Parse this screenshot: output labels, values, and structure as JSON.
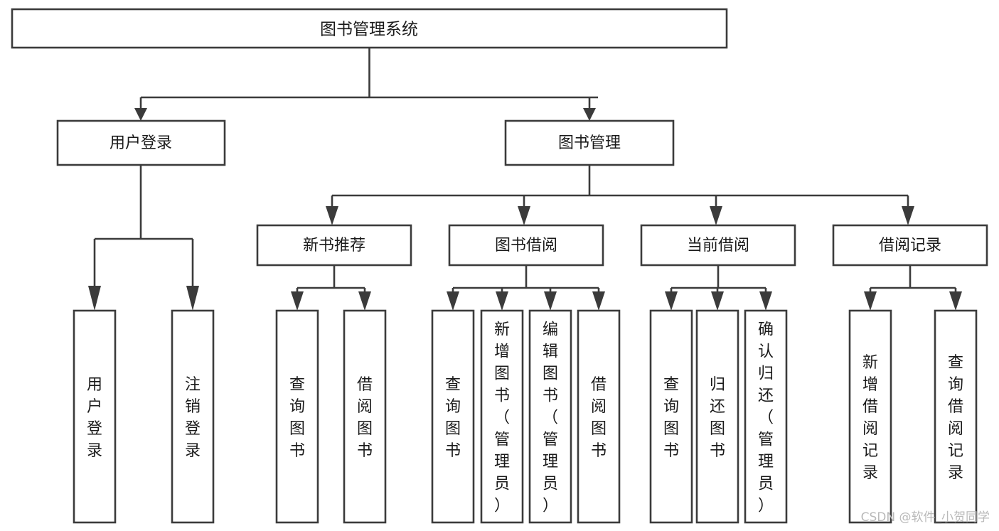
{
  "diagram": {
    "title": "图书管理系统",
    "type": "tree-hierarchy-chart",
    "root": {
      "id": "root",
      "label": "图书管理系统"
    },
    "level1": [
      {
        "id": "user-login",
        "label": "用户登录"
      },
      {
        "id": "book-management",
        "label": "图书管理"
      }
    ],
    "level2": [
      {
        "id": "new-book-recommend",
        "label": "新书推荐",
        "parent": "book-management"
      },
      {
        "id": "book-borrow",
        "label": "图书借阅",
        "parent": "book-management"
      },
      {
        "id": "current-borrow",
        "label": "当前借阅",
        "parent": "book-management"
      },
      {
        "id": "borrow-record",
        "label": "借阅记录",
        "parent": "book-management"
      }
    ],
    "leaves": {
      "user-login": [
        {
          "id": "leaf-user-login",
          "label": "用户登录"
        },
        {
          "id": "leaf-user-logout",
          "label": "注销登录"
        }
      ],
      "new-book-recommend": [
        {
          "id": "leaf-query-book-1",
          "label": "查询图书"
        },
        {
          "id": "leaf-borrow-book-1",
          "label": "借阅图书"
        }
      ],
      "book-borrow": [
        {
          "id": "leaf-query-book-2",
          "label": "查询图书"
        },
        {
          "id": "leaf-add-book",
          "label": "新增图书（管理员）"
        },
        {
          "id": "leaf-edit-book",
          "label": "编辑图书（管理员）"
        },
        {
          "id": "leaf-borrow-book-2",
          "label": "借阅图书"
        }
      ],
      "current-borrow": [
        {
          "id": "leaf-query-book-3",
          "label": "查询图书"
        },
        {
          "id": "leaf-return-book",
          "label": "归还图书"
        },
        {
          "id": "leaf-confirm-return",
          "label": "确认归还（管理员）"
        }
      ],
      "borrow-record": [
        {
          "id": "leaf-add-record",
          "label": "新增借阅记录"
        },
        {
          "id": "leaf-query-record",
          "label": "查询借阅记录"
        }
      ]
    }
  },
  "watermark": {
    "text": "CSDN @软件_小贺同学"
  },
  "colors": {
    "box_stroke": "#3b3b3b",
    "box_fill": "#ffffff",
    "text": "#1a1a1a",
    "connector": "#3b3b3b",
    "watermark": "#b9b9b9",
    "background": "#ffffff"
  }
}
